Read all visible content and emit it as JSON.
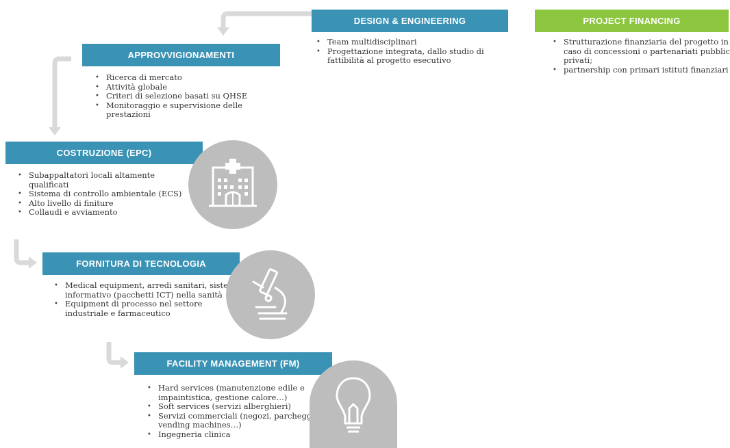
{
  "design": {
    "title": "DESIGN & ENGINEERING",
    "items": [
      "Team multidisciplinari",
      "Progettazione integrata, dallo studio di fattibilità al progetto esecutivo"
    ]
  },
  "financing": {
    "title": "PROJECT FINANCING",
    "items": [
      "Strutturazione finanziaria del progetto in caso di concessioni o partenariati pubblico-privati;",
      "partnership con primari istituti finanziari"
    ]
  },
  "procurement": {
    "title": "APPROVVIGIONAMENTI",
    "items": [
      "Ricerca di mercato",
      "Attività globale",
      "Criteri di selezione basati su QHSE",
      "Monitoraggio e supervisione delle prestazioni"
    ]
  },
  "construction": {
    "title": "COSTRUZIONE (EPC)",
    "items": [
      "Subappaltatori locali altamente qualificati",
      "Sistema di controllo ambientale (ECS)",
      "Alto livello di finiture",
      "Collaudi e avviamento"
    ],
    "icon": "hospital-building-icon"
  },
  "technology": {
    "title": "FORNITURA DI TECNOLOGIA",
    "items": [
      "Medical equipment, arredi sanitari, sistema informativo (pacchetti ICT) nella sanità",
      "Equipment di processo nel settore industriale e farmaceutico"
    ],
    "icon": "microscope-icon"
  },
  "facility": {
    "title": "FACILITY MANAGEMENT (FM)",
    "items": [
      "Hard services (manutenzione edile e impaintistica, gestione calore…)",
      "Soft services (servizi alberghieri)",
      "Servizi commerciali (negozi, parcheggi, vending machines…)",
      "Ingegneria clinica"
    ],
    "icon": "lightbulb-icon"
  },
  "colors": {
    "header_blue": "#3a93b5",
    "header_green": "#8cc63f",
    "icon_circle": "#bdbdbd",
    "arrow": "#d9d9d9"
  }
}
